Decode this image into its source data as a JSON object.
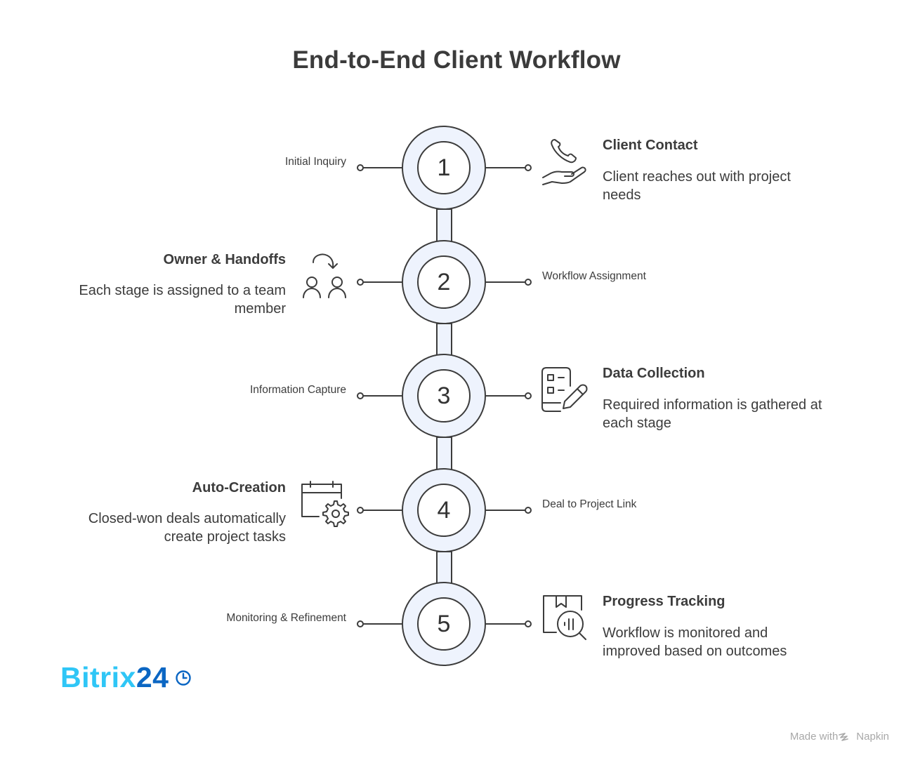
{
  "title": "End-to-End Client Workflow",
  "steps": [
    {
      "number": "1",
      "stage": "Initial Inquiry",
      "heading": "Client Contact",
      "description": "Client reaches out with project needs",
      "icon": "phone-hand-icon",
      "side": "right"
    },
    {
      "number": "2",
      "stage": "Workflow Assignment",
      "heading": "Owner & Handoffs",
      "description": "Each stage is assigned to a team member",
      "icon": "handoff-people-icon",
      "side": "left"
    },
    {
      "number": "3",
      "stage": "Information Capture",
      "heading": "Data Collection",
      "description": "Required information is gathered at each stage",
      "icon": "checklist-pencil-icon",
      "side": "right"
    },
    {
      "number": "4",
      "stage": "Deal to Project Link",
      "heading": "Auto-Creation",
      "description": "Closed-won deals automatically create project tasks",
      "icon": "calendar-gear-icon",
      "side": "left"
    },
    {
      "number": "5",
      "stage": "Monitoring & Refinement",
      "heading": "Progress Tracking",
      "description": "Workflow is monitored and improved based on outcomes",
      "icon": "book-magnifier-icon",
      "side": "right"
    }
  ],
  "logo": {
    "part1": "Bitrix",
    "part2": "24"
  },
  "footer": {
    "made_with": "Made with",
    "brand": "Napkin"
  },
  "colors": {
    "circle_fill": "#eef3fd",
    "stroke": "#3c3c3c",
    "text": "#3c3c3c",
    "logo_light": "#2fc6f6",
    "logo_dark": "#0b66c3"
  }
}
